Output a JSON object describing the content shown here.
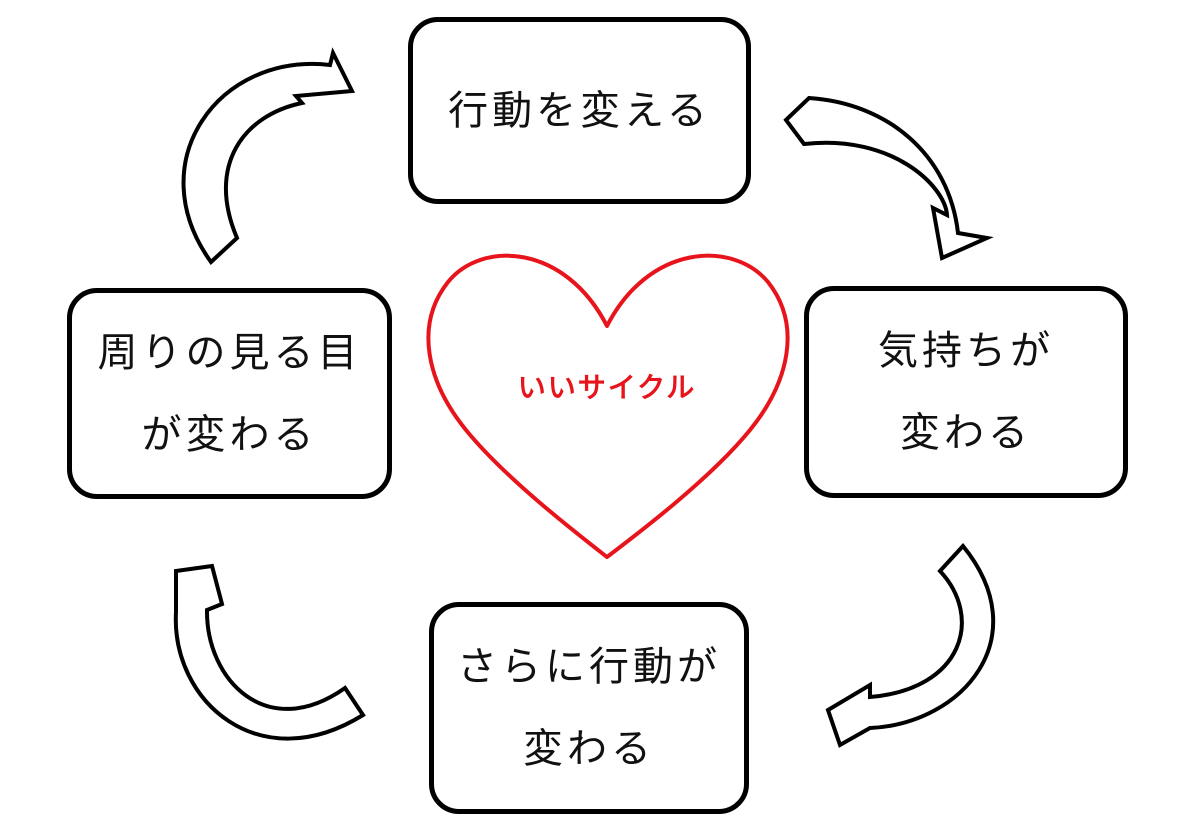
{
  "diagram": {
    "top_box": {
      "lines": [
        "行動を変える"
      ]
    },
    "right_box": {
      "lines": [
        "気持ちが",
        "変わる"
      ]
    },
    "bottom_box": {
      "lines": [
        "さらに行動が",
        "変わる"
      ]
    },
    "left_box": {
      "lines": [
        "周りの見る目",
        "が変わる"
      ]
    },
    "center": {
      "label": "いいサイクル"
    }
  },
  "colors": {
    "heart_stroke": "#e8141c",
    "label": "#e8141c",
    "box_border": "#000000",
    "arrow_stroke": "#000000"
  },
  "icons": {
    "center": "heart-icon",
    "arrows": [
      "curved-arrow-icon"
    ]
  }
}
